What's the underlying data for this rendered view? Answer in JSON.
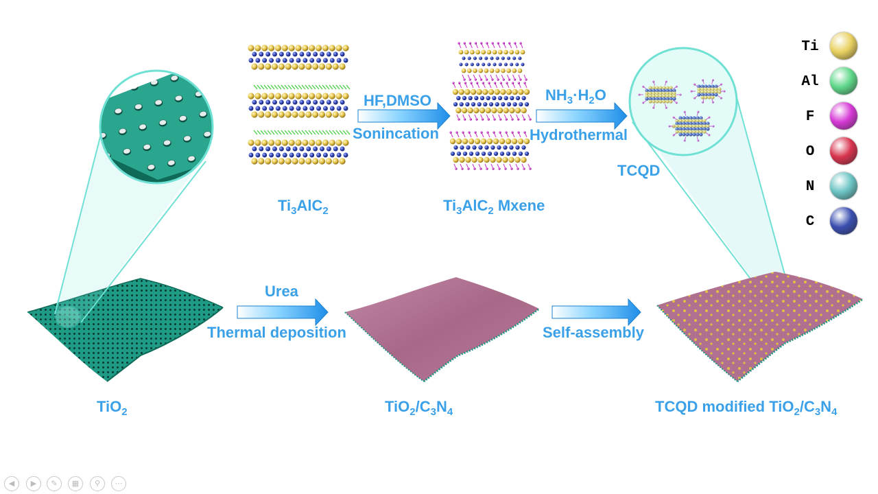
{
  "process": {
    "step_top_1": {
      "line1": "HF,DMSO",
      "line2": "Sonincation"
    },
    "step_top_2": {
      "line1_main": "NH",
      "line1_sub": "3",
      "line1_mid": "·H",
      "line1_sub2": "2",
      "line1_end": "O",
      "line2": "Hydrothermal"
    },
    "step_bottom_1": {
      "line1": "Urea",
      "line2": "Thermal deposition"
    },
    "step_bottom_2": {
      "line1": "Self-assembly"
    }
  },
  "materials": {
    "max_phase": {
      "a": "Ti",
      "a_sub": "3",
      "b": "AlC",
      "b_sub": "2"
    },
    "mxene": {
      "a": "Ti",
      "a_sub": "3",
      "b": "AlC",
      "b_sub": "2",
      "suffix": " Mxene"
    },
    "qd": "TCQD",
    "tio2": {
      "a": "TiO",
      "a_sub": "2"
    },
    "composite": {
      "a": "TiO",
      "a_sub": "2",
      "b": "/C",
      "b_sub": "3",
      "c": "N",
      "c_sub": "4"
    },
    "final": {
      "prefix": "TCQD modified TiO",
      "a_sub": "2",
      "b": "/C",
      "b_sub": "3",
      "c": "N",
      "c_sub": "4"
    }
  },
  "legend": [
    {
      "symbol": "Ti",
      "color": "#e8d060"
    },
    {
      "symbol": "Al",
      "color": "#5fd88a"
    },
    {
      "symbol": "F",
      "color": "#d63ad6"
    },
    {
      "symbol": "O",
      "color": "#d8344e"
    },
    {
      "symbol": "N",
      "color": "#6cc4c4"
    },
    {
      "symbol": "C",
      "color": "#3a4fb0"
    }
  ],
  "colors": {
    "label_blue": "#3aa0e8",
    "tio2_sheet": "#1f9a84",
    "c3n4_sheet": "#b07090",
    "highlight": "#7fe8dc"
  },
  "toolbar_icons": [
    "prev-icon",
    "next-icon",
    "pen-icon",
    "slides-icon",
    "zoom-icon",
    "more-icon"
  ]
}
